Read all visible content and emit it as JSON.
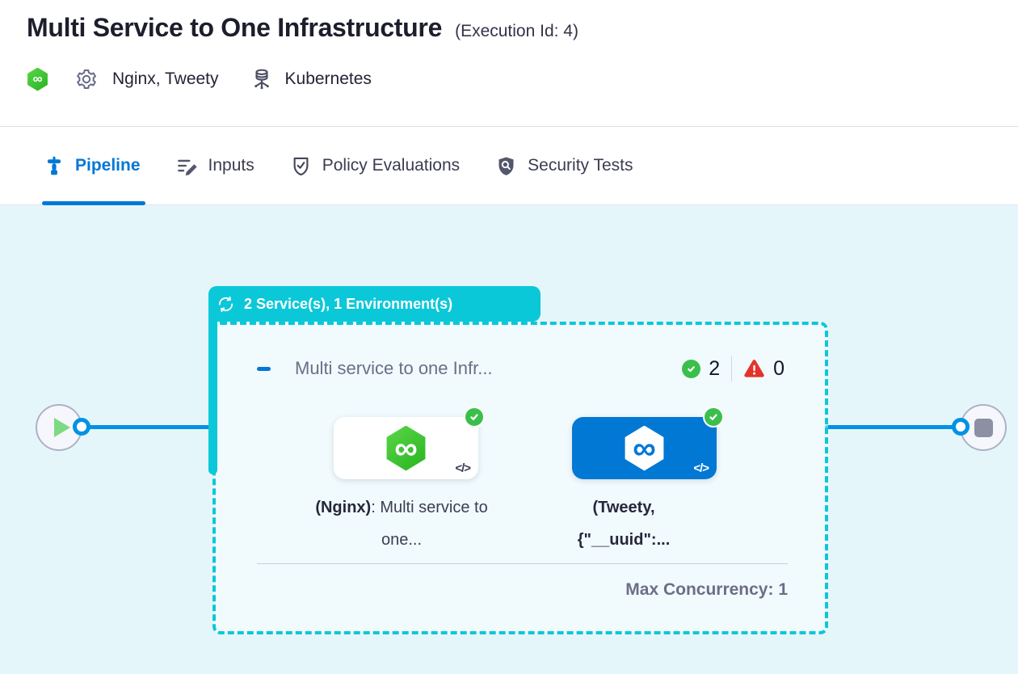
{
  "header": {
    "title": "Multi Service to One Infrastructure",
    "execution_id": "(Execution Id: 4)",
    "services": "Nginx, Tweety",
    "infrastructure": "Kubernetes"
  },
  "tabs": [
    {
      "label": "Pipeline",
      "active": true
    },
    {
      "label": "Inputs",
      "active": false
    },
    {
      "label": "Policy Evaluations",
      "active": false
    },
    {
      "label": "Security Tests",
      "active": false
    }
  ],
  "pipeline": {
    "loop_badge": "2 Service(s), 1 Environment(s)",
    "stage": {
      "name": "Multi service to one Infr...",
      "success_count": "2",
      "error_count": "0",
      "max_concurrency": "Max Concurrency: 1",
      "nodes": [
        {
          "name": "(Nginx)",
          "detail": ": Multi service to one...",
          "code_icon": "</>"
        },
        {
          "name": "(Tweety,",
          "detail": " {\"__uuid\":...",
          "code_icon": "</>"
        }
      ]
    }
  },
  "colors": {
    "accent_teal": "#0BC8D9",
    "primary_blue": "#0278D5",
    "connector_blue": "#0092E4",
    "success_green": "#3BBF4C",
    "error_red": "#E3342A",
    "canvas_bg": "#E5F6FB"
  }
}
